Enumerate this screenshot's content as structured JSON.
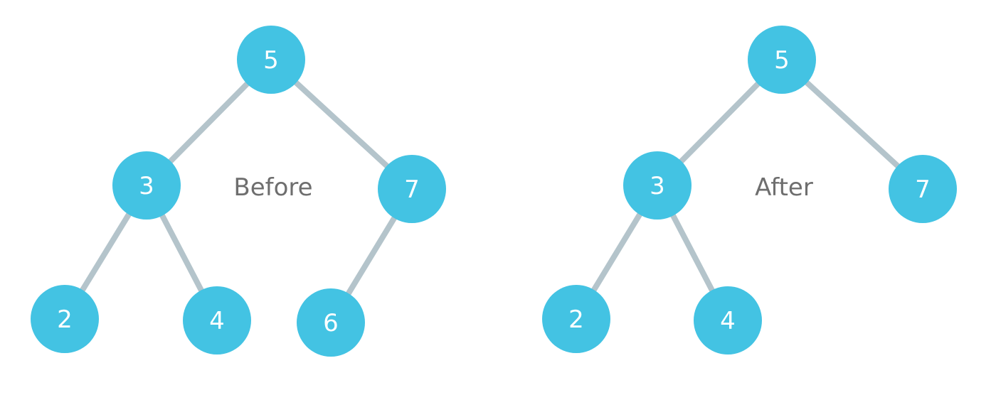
{
  "trees": [
    {
      "caption": "Before",
      "nodes": [
        {
          "id": "b5",
          "label": "5"
        },
        {
          "id": "b3",
          "label": "3"
        },
        {
          "id": "b7",
          "label": "7"
        },
        {
          "id": "b2",
          "label": "2"
        },
        {
          "id": "b4",
          "label": "4"
        },
        {
          "id": "b6",
          "label": "6"
        }
      ],
      "edges": [
        [
          "b5",
          "b3"
        ],
        [
          "b5",
          "b7"
        ],
        [
          "b3",
          "b2"
        ],
        [
          "b3",
          "b4"
        ],
        [
          "b7",
          "b6"
        ]
      ]
    },
    {
      "caption": "After",
      "nodes": [
        {
          "id": "a5",
          "label": "5"
        },
        {
          "id": "a3",
          "label": "3"
        },
        {
          "id": "a7",
          "label": "7"
        },
        {
          "id": "a2",
          "label": "2"
        },
        {
          "id": "a4",
          "label": "4"
        }
      ],
      "edges": [
        [
          "a5",
          "a3"
        ],
        [
          "a5",
          "a7"
        ],
        [
          "a3",
          "a2"
        ],
        [
          "a3",
          "a4"
        ]
      ]
    }
  ],
  "colors": {
    "node_fill": "#43c3e3",
    "node_text": "#ffffff",
    "edge": "#b4c4cb",
    "caption": "#6e6e6e"
  }
}
